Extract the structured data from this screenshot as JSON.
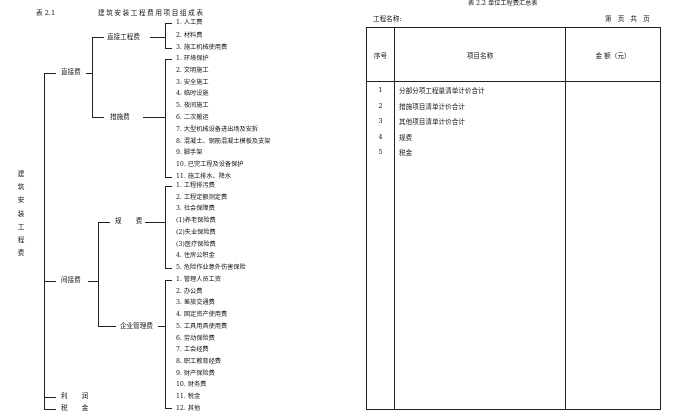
{
  "left": {
    "caption_no": "表 2.1",
    "caption_title": "建筑安装工程费用项目组成表",
    "root": "建筑安装工程费",
    "direct": {
      "label": "直接费",
      "direct_eng": {
        "label": "直接工程费",
        "items": [
          "1. 人工费",
          "2. 材料费",
          "3. 施工机械使用费"
        ]
      },
      "measures": {
        "label": "措施费",
        "items": [
          "1. 环境保护",
          "2. 文明施工",
          "3. 安全施工",
          "4. 临时设施",
          "5. 夜间施工",
          "6. 二次搬运",
          "7. 大型机械设备进出场及安拆",
          "8. 混凝土、钢筋混凝土模板及支架",
          "9. 脚手架",
          "10. 已完工程及设备保护",
          "11. 施工排水、降水"
        ]
      }
    },
    "indirect": {
      "label": "间接费",
      "fees": {
        "label": "规 费",
        "items": [
          "1. 工程排污费",
          "2. 工程定额测定费",
          "3. 社会保障费",
          "(1)养老保险费",
          "(2)失业保险费",
          "(3)医疗保险费",
          "4. 住房公积金",
          "5. 危险作业意外伤害保险"
        ]
      },
      "mgmt": {
        "label": "企业管理费",
        "items": [
          "1. 管理人员工资",
          "2. 办公费",
          "3. 差旅交通费",
          "4. 固定资产使用费",
          "5. 工具用具使用费",
          "6. 劳动保险费",
          "7. 工会经费",
          "8. 职工教育经费",
          "9. 财产保险费",
          "10. 财务费",
          "11. 税金",
          "12. 其他"
        ]
      }
    },
    "profit": "利 润",
    "tax": "税 金"
  },
  "right": {
    "caption": "表 2.2  单位工程费汇总表",
    "project_label": "工程名称:",
    "page_info": "第  页  共  页",
    "headers": [
      "序号",
      "项目名称",
      "金  额（元）"
    ],
    "rows": [
      {
        "no": "1",
        "name": "分部分项工程量清单计价合计"
      },
      {
        "no": "2",
        "name": "措施项目清单计价合计"
      },
      {
        "no": "3",
        "name": "其他项目清单计价合计"
      },
      {
        "no": "4",
        "name": "规费"
      },
      {
        "no": "5",
        "name": "税金"
      }
    ]
  }
}
